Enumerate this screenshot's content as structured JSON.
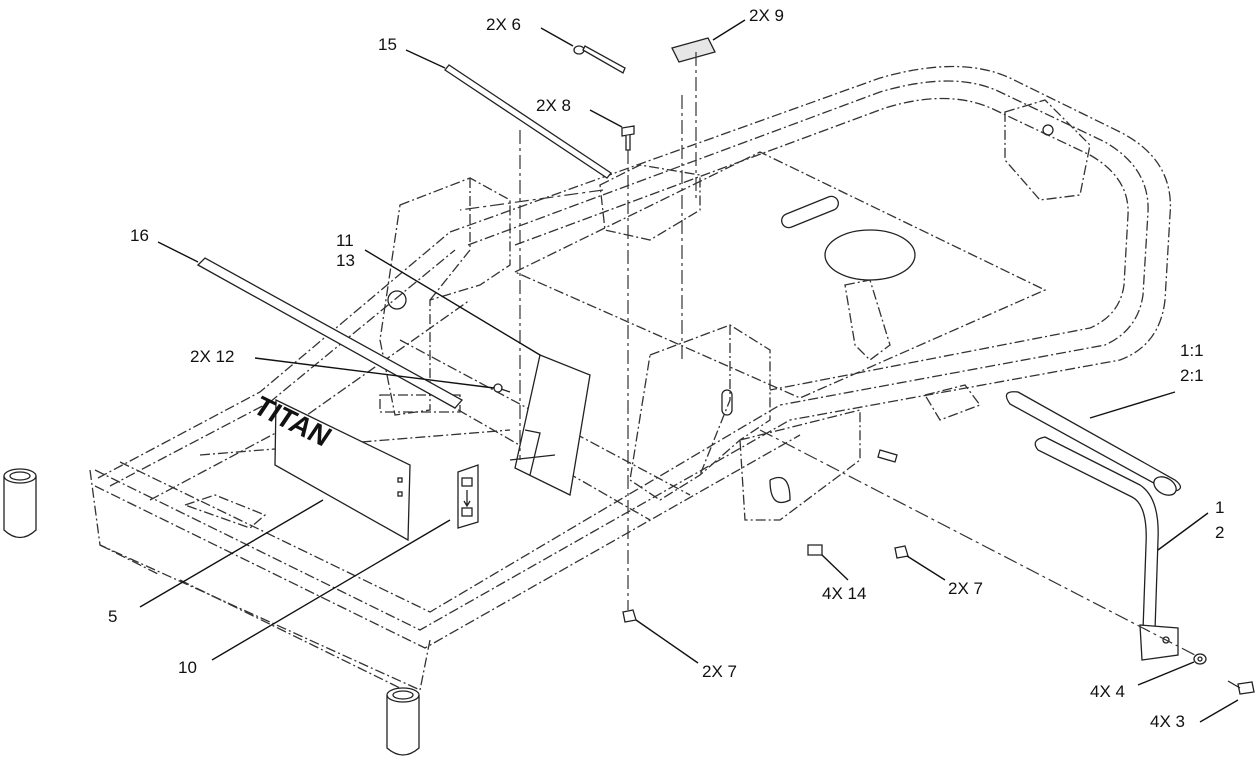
{
  "diagram": {
    "type": "exploded-parts-diagram",
    "plate_logo": "TITAN",
    "callouts": [
      {
        "id": "c-2x6",
        "text": "2X 6"
      },
      {
        "id": "c-2x9",
        "text": "2X 9"
      },
      {
        "id": "c-15",
        "text": "15"
      },
      {
        "id": "c-2x8",
        "text": "2X 8"
      },
      {
        "id": "c-16",
        "text": "16"
      },
      {
        "id": "c-11",
        "text": "11"
      },
      {
        "id": "c-13",
        "text": "13"
      },
      {
        "id": "c-2x12",
        "text": "2X 12"
      },
      {
        "id": "c-1-1",
        "text": "1:1"
      },
      {
        "id": "c-2-1",
        "text": "2:1"
      },
      {
        "id": "c-1",
        "text": "1"
      },
      {
        "id": "c-2",
        "text": "2"
      },
      {
        "id": "c-5",
        "text": "5"
      },
      {
        "id": "c-10",
        "text": "10"
      },
      {
        "id": "c-4x14",
        "text": "4X 14"
      },
      {
        "id": "c-2x7a",
        "text": "2X 7"
      },
      {
        "id": "c-2x7b",
        "text": "2X 7"
      },
      {
        "id": "c-4x4",
        "text": "4X 4"
      },
      {
        "id": "c-4x3",
        "text": "4X 3"
      }
    ]
  }
}
